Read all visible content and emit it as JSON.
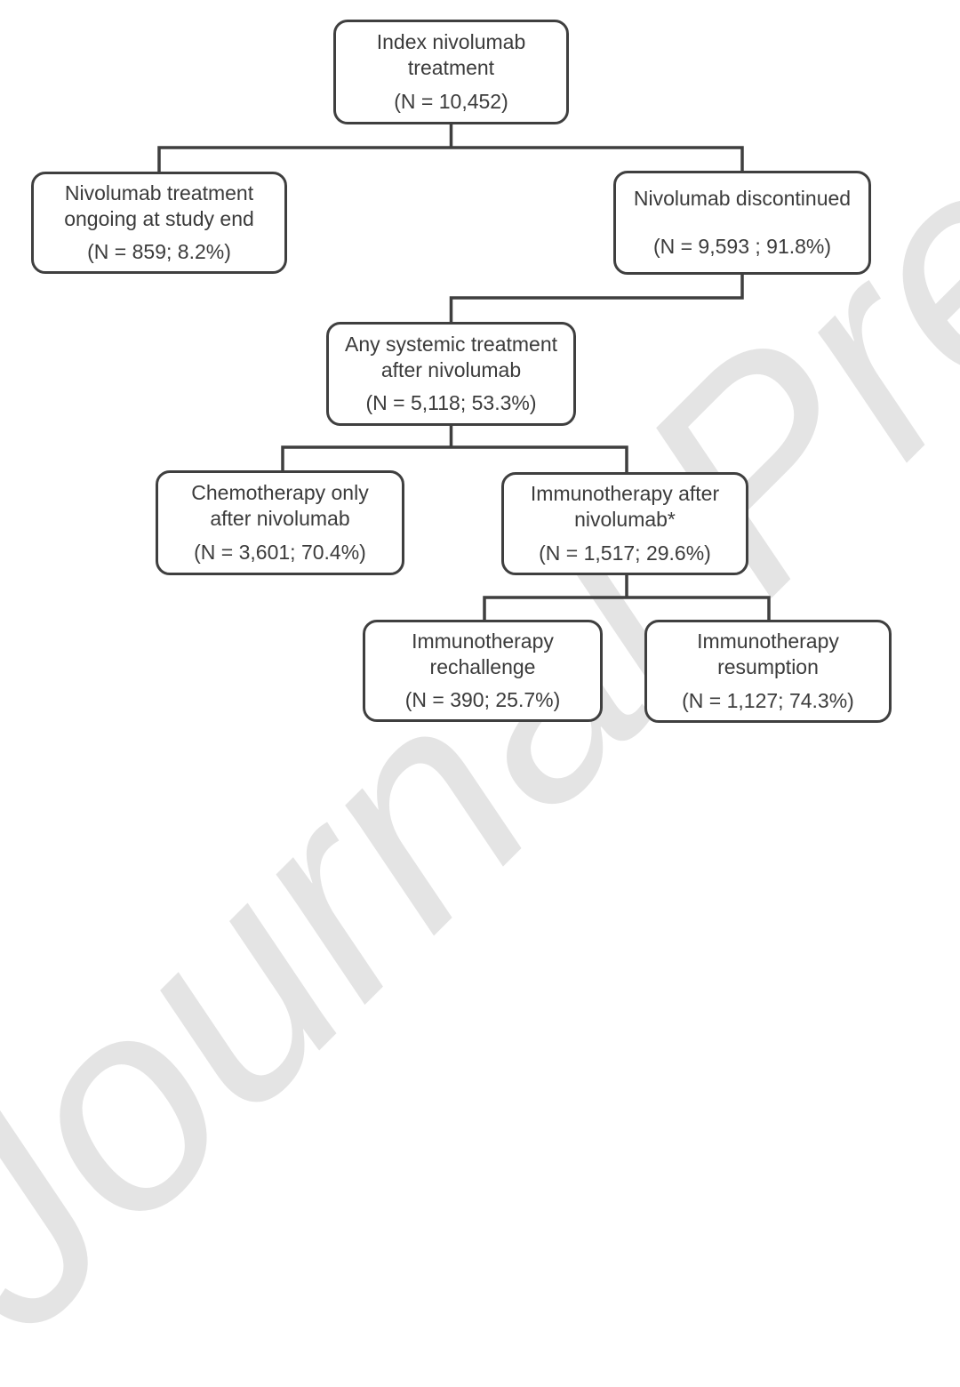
{
  "watermark": {
    "text": "Journal Pre-proof",
    "color": "#e4e4e4"
  },
  "flowchart": {
    "colors": {
      "box_border": "#3f3f3f",
      "text": "#3b3b3b",
      "connector": "#3f3f3f",
      "box_fill": "#ffffff"
    },
    "nodes": {
      "index": {
        "line1": "Index nivolumab",
        "line2": "treatment",
        "n": "(N = 10,452)"
      },
      "ongoing": {
        "line1": "Nivolumab treatment",
        "line2": "ongoing at study end",
        "n": "(N = 859; 8.2%)"
      },
      "discontinued": {
        "line1": "Nivolumab discontinued",
        "n": "(N = 9,593 ; 91.8%)"
      },
      "any_systemic": {
        "line1": "Any systemic treatment",
        "line2": "after nivolumab",
        "n": "(N = 5,118; 53.3%)"
      },
      "chemo_only": {
        "line1": "Chemotherapy only",
        "line2": "after nivolumab",
        "n": "(N = 3,601; 70.4%)"
      },
      "immuno_after": {
        "line1": "Immunotherapy after",
        "line2": "nivolumab*",
        "n": "(N = 1,517; 29.6%)"
      },
      "rechallenge": {
        "line1": "Immunotherapy",
        "line2": "rechallenge",
        "n": "(N = 390; 25.7%)"
      },
      "resumption": {
        "line1": "Immunotherapy",
        "line2": "resumption",
        "n": "(N = 1,127; 74.3%)"
      }
    }
  }
}
